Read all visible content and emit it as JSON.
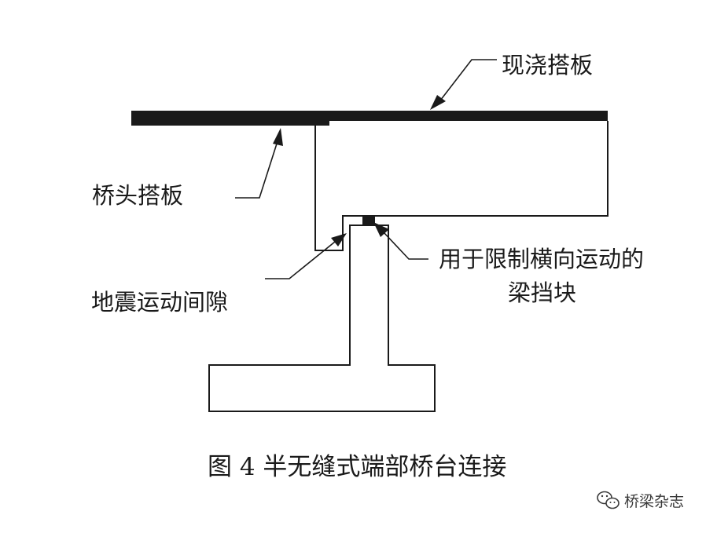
{
  "labels": {
    "cast_slab": "现浇搭板",
    "approach_slab": "桥头搭板",
    "seismic_gap": "地震运动间隙",
    "shear_key_line1": "用于限制横向运动的",
    "shear_key_line2": "梁挡块"
  },
  "caption": "图 4 半无缝式端部桥台连接",
  "watermark": {
    "icon": "wechat-icon",
    "text": "桥梁杂志"
  },
  "colors": {
    "line": "#1a1a1a",
    "background": "#ffffff",
    "watermark": "#3a3a3a"
  }
}
